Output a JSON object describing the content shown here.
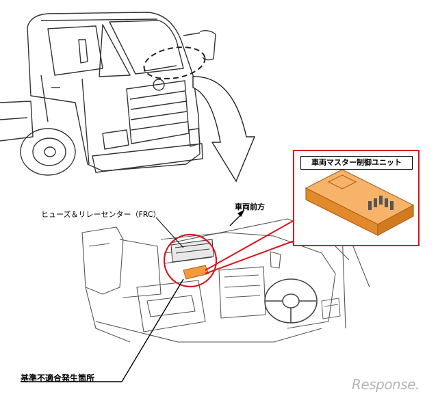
{
  "labels": {
    "fuse_relay_center": "ヒューズ＆リレーセンター（FRC）",
    "vehicle_front": "車両前方",
    "defect_location": "基準不適合発生箇所",
    "master_control_unit": "車両マスター制御ユニット"
  },
  "watermark": "Response.",
  "colors": {
    "highlight_red": "#d9141c",
    "unit_orange": "#f29a3c",
    "line": "#333333"
  }
}
